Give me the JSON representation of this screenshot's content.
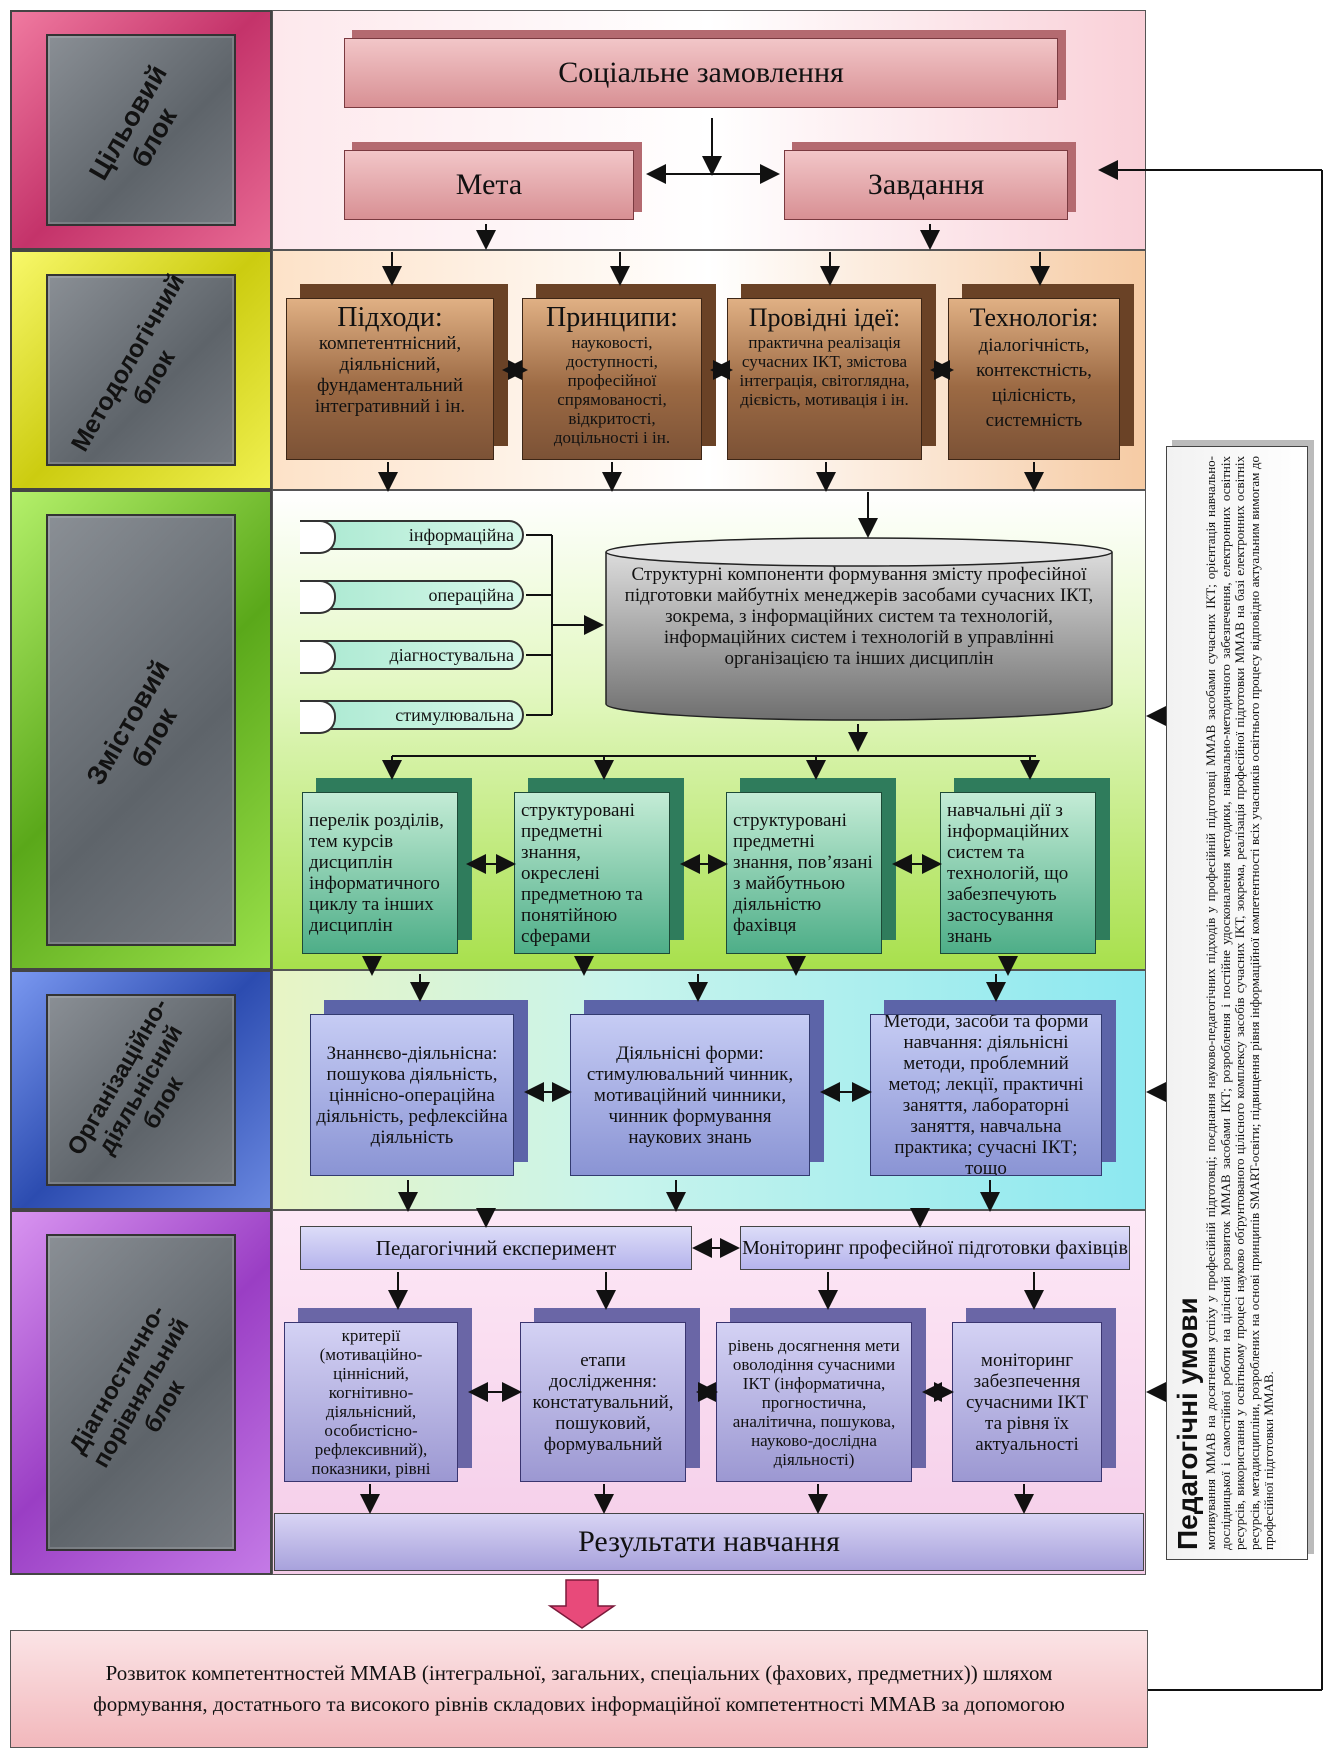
{
  "left_blocks": [
    {
      "label": "Цільовий\nблок",
      "color": "#d94c7c"
    },
    {
      "label": "Методологічний\nблок",
      "color": "#e4e42a"
    },
    {
      "label": "Змістовий\nблок",
      "color": "#7ac62e"
    },
    {
      "label": "Організаційно-\nдіяльнісний\nблок",
      "color": "#4a6ecc"
    },
    {
      "label": "Діагностично-\nпорівняльний\nблок",
      "color": "#b45ed4"
    }
  ],
  "target": {
    "social_order": "Соціальне замовлення",
    "goal": "Мета",
    "tasks": "Завдання"
  },
  "methodology": [
    {
      "title": "Підходи:",
      "text": "компетентнісний, діяльнісний, фундаментальний інтегративний і ін."
    },
    {
      "title": "Принципи:",
      "text": "науковості, доступності, професійної спрямованості, відкритості, доцільності і ін."
    },
    {
      "title": "Провідні ідеї:",
      "text": "практична реалізація сучасних ІКТ, змістова інтеграція, світоглядна, дієвість, мотивація і ін."
    },
    {
      "title": "Технологія:",
      "text": "діалогічність, контекстність, цілісність, системність"
    }
  ],
  "content": {
    "tabs": [
      "інформаційна",
      "операційна",
      "діагностувальна",
      "стимулювальна"
    ],
    "cylinder": "Структурні компоненти формування змісту професійної підготовки майбутніх менеджерів засобами сучасних ІКТ, зокрема, з інформаційних систем та технологій, інформаційних систем і технологій в управлінні організацією та інших дисциплін",
    "boxes": [
      "перелік розділів, тем курсів дисциплін інформатичного циклу та інших дисциплін",
      "структуровані предметні знання, окреслені предметною та понятійною сферами",
      "структуровані предметні знання, пов’язані з майбутньою діяльністю фахівця",
      "навчальні дії з інформаційних систем та технологій, що забезпечують застосування знань"
    ]
  },
  "organization": [
    "Знаннєво-діяльнісна: пошукова діяльність, ціннісно-операційна діяльність, рефлексійна діяльність",
    "Діяльнісні форми: стимулювальний чинник, мотиваційний чинники, чинник формування наукових знань",
    "Методи, засоби та форми навчання: діяльнісні методи, проблемний метод; лекції, практичні заняття, лабораторні заняття, навчальна практика; сучасні ІКТ; тощо"
  ],
  "diagnostics": {
    "experiment": "Педагогічний експеримент",
    "monitoring": "Моніторинг професійної підготовки фахівців",
    "boxes": [
      "критерії (мотиваційно-ціннісний, когнітивно-діяльнісний, особистісно-рефлексивний), показники, рівні",
      "етапи дослідження: констатувальний, пошуковий, формувальний",
      "рівень досягнення мети оволодіння сучасними ІКТ (інформатична, прогностична, аналітична, пошукова, науково-дослідна діяльності)",
      "моніторинг забезпечення сучасними ІКТ та рівня їх актуальності"
    ],
    "results": "Результати навчання"
  },
  "conditions": {
    "title": "Педагогічні умови",
    "text": "мотивування ММАВ на досягнення успіху у професійній підготовці; поєднання науково-педагогічних підходів у професійній підготовці ММАВ засобами сучасних ІКТ; орієнтація навчально-дослідницької і самостійної роботи на цілісний розвиток ММАВ засобами ІКТ; розроблення і постійне удосконалення методики, навчально-методичного забезпечення, електронних освітніх ресурсів, використання у освітньому процесі науково обґрунтованого цілісного комплексу засобів сучасних ІКТ, зокрема, реалізація професійної підготовки ММАВ на базі електронних освітніх ресурсів, метадисципліни, розроблених на основі принципів SMART-освіти; підвищення рівня інформаційної компетентності всіх учасників освітнього процесу відповідно актуальним вимогам до професійної підготовки ММАВ."
  },
  "outcome": "Розвиток компетентностей ММАВ (інтегральної, загальних, спеціальних (фахових, предметних)) шляхом формування, достатнього та високого рівнів складових інформаційної компетентності ММАВ за допомогою"
}
